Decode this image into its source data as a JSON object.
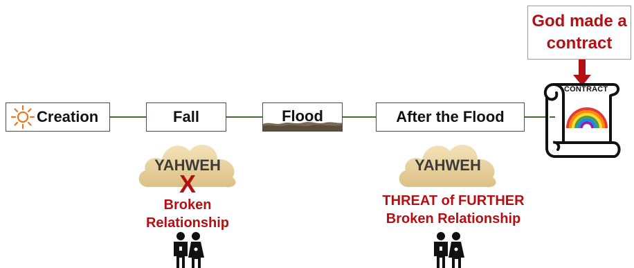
{
  "timeline": {
    "nodes": [
      {
        "label": "Creation"
      },
      {
        "label": "Fall"
      },
      {
        "label": "Flood"
      },
      {
        "label": "After the Flood"
      }
    ]
  },
  "contract_note": {
    "line1": "God made a",
    "line2": "contract"
  },
  "scroll": {
    "title": "CONTRACT"
  },
  "fall_section": {
    "cloud_label": "YAHWEH",
    "x_mark": "X",
    "caption_line1": "Broken",
    "caption_line2": "Relationship"
  },
  "after_flood_section": {
    "cloud_label": "YAHWEH",
    "caption_line1": "THREAT of FURTHER",
    "caption_line2": "Broken Relationship"
  },
  "colors": {
    "accent_red": "#b40f12",
    "connector_green": "#3f6b2e",
    "sun_orange": "#e8761e",
    "cloud_gold": "#e3c78a"
  },
  "icons": [
    "sun-icon",
    "cloud-icon",
    "people-icon",
    "scroll-icon",
    "rainbow-icon",
    "arrow-down-icon"
  ]
}
